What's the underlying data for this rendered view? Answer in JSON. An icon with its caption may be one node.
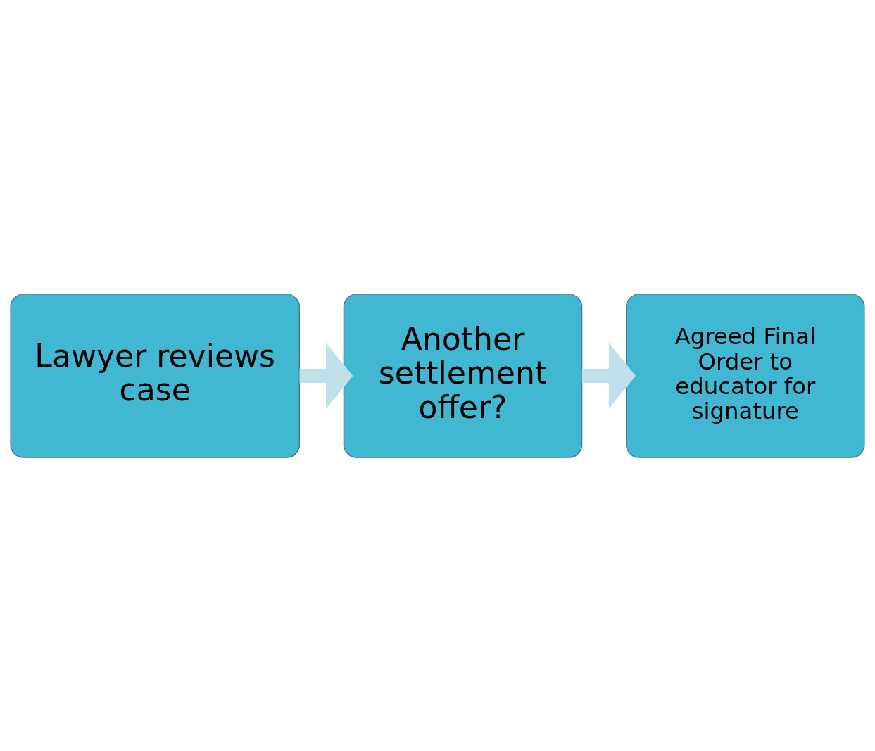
{
  "diagram": {
    "nodes": [
      {
        "text": [
          "Lawyer reviews case"
        ]
      },
      {
        "text": [
          "Another settlement offer?"
        ]
      },
      {
        "text": [
          "Agreed Final Order to educator for signature"
        ]
      }
    ],
    "edges": [
      {
        "from": 0,
        "to": 1,
        "arrow": "to"
      },
      {
        "from": 1,
        "to": 2,
        "arrow": "to"
      }
    ]
  }
}
